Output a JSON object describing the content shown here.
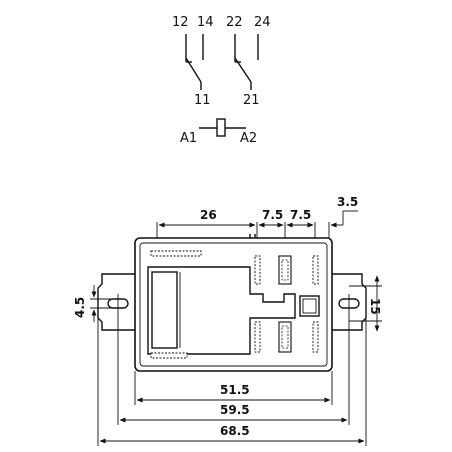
{
  "schematic": {
    "contact1": {
      "nc": "12",
      "no": "14",
      "common": "11"
    },
    "contact2": {
      "nc": "22",
      "no": "24",
      "common": "21"
    },
    "coil": {
      "a1": "A1",
      "a2": "A2"
    }
  },
  "dimensions": {
    "top_width": "26",
    "pin_pitch_1": "7.5",
    "pin_pitch_2": "7.5",
    "edge_offset": "3.5",
    "slot_width": "4.5",
    "slot_pitch": "15",
    "body_width": "51.5",
    "flange_width": "59.5",
    "overall_width": "68.5"
  }
}
